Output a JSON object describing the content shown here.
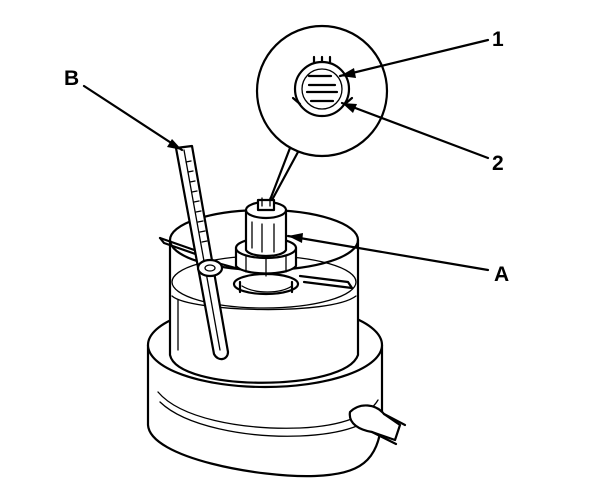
{
  "callouts": {
    "one": "1",
    "two": "2",
    "a": "A",
    "b": "B"
  }
}
